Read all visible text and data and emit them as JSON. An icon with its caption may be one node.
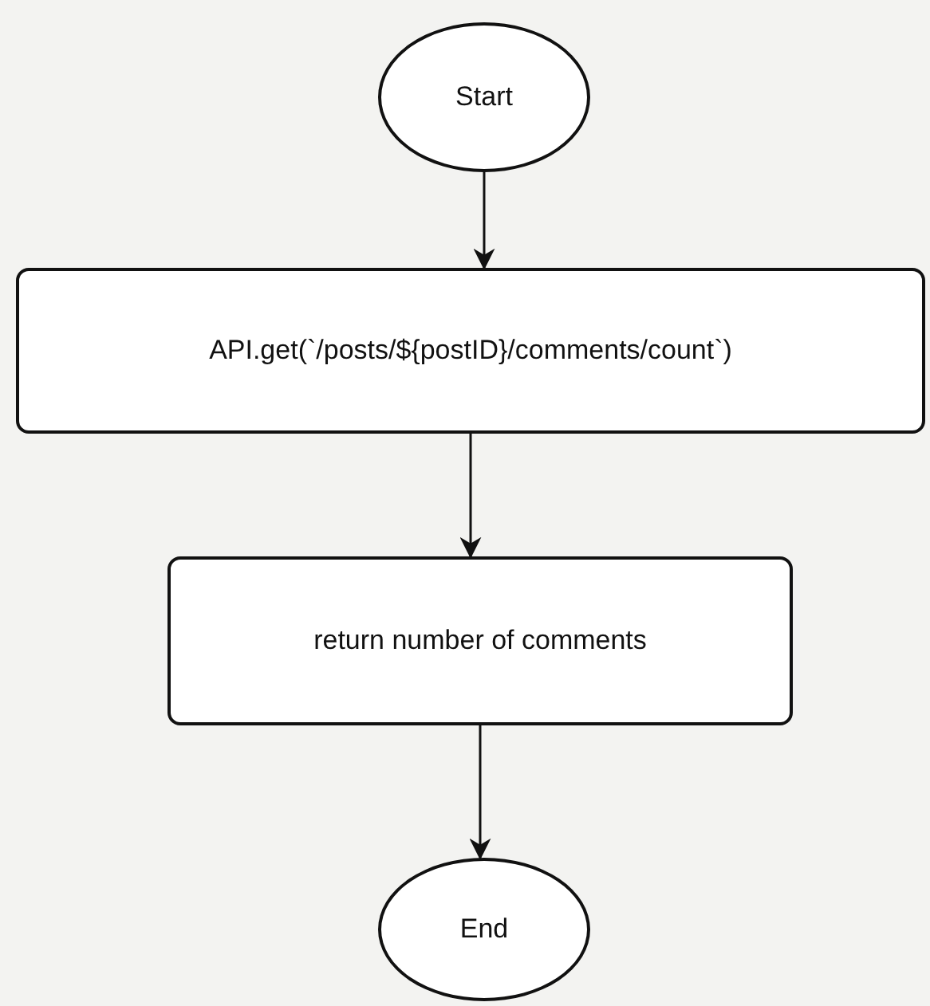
{
  "diagram": {
    "nodes": [
      {
        "text": [
          "Start"
        ]
      },
      {
        "text": [
          "API.get(`/posts/${postID}/comments/count`)"
        ]
      },
      {
        "text": [
          "return number of comments"
        ]
      },
      {
        "text": [
          "End"
        ]
      }
    ],
    "edges": [
      {
        "from": 0,
        "to": 1,
        "arrow": "to"
      },
      {
        "from": 1,
        "to": 2,
        "arrow": "to"
      },
      {
        "from": 2,
        "to": 3,
        "arrow": "to"
      }
    ]
  }
}
